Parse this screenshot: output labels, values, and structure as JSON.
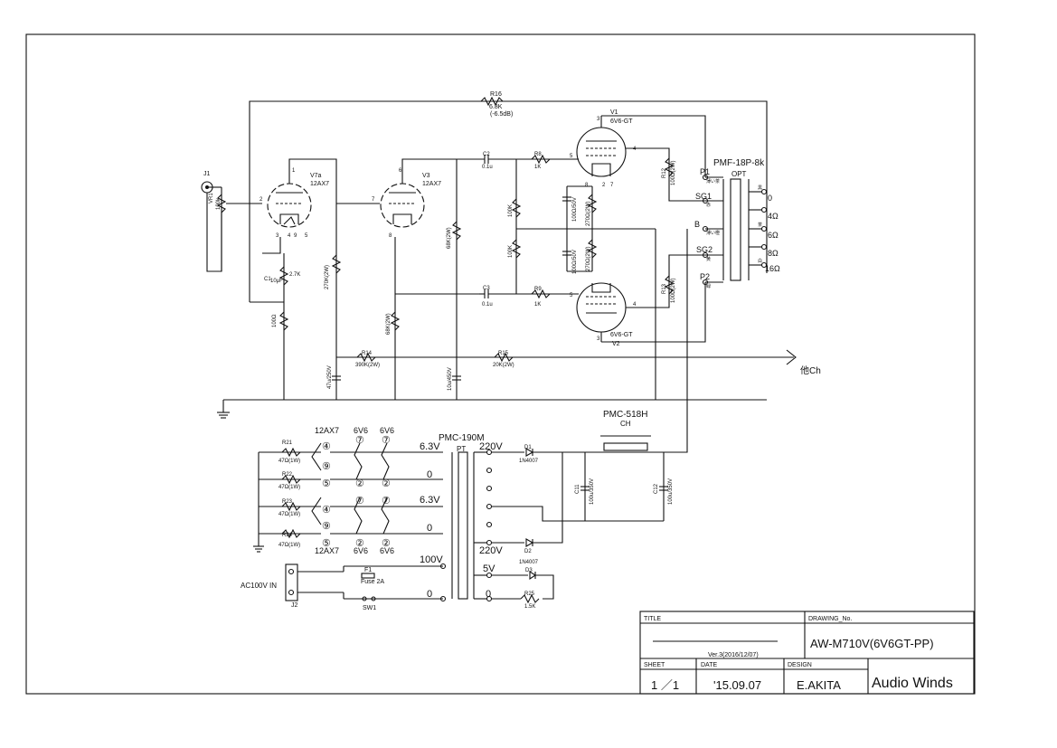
{
  "tubes": {
    "v7a": {
      "ref": "V7a",
      "type": "12AX7"
    },
    "v3": {
      "ref": "V3",
      "type": "12AX7"
    },
    "v1": {
      "ref": "V1",
      "type": "6V6-GT"
    },
    "v2": {
      "ref": "V2",
      "type": "6V6-GT"
    }
  },
  "pins": {
    "p1": "1",
    "p2": "2",
    "p3": "3",
    "p4": "4",
    "p5": "5",
    "p6": "6",
    "p7": "7",
    "p8": "8",
    "p9": "9"
  },
  "components": {
    "j1": "J1",
    "vr1": "VR1",
    "vr1_val": "100k",
    "r16": "R16",
    "r16_val": "6.8K",
    "r16_note": "(-6.5dB)",
    "c2": "C2",
    "c2_val": "0.1u",
    "c3": "C3",
    "c3_val": "0.1u",
    "r8": "R8",
    "r8_val": "1K",
    "r9": "R9",
    "r9_val": "1K",
    "r6_val": "100K",
    "r7_val": "100K",
    "r5_val": "68K(2W)",
    "r4_val": "68K(2W)",
    "r3_val": "270K(2W)",
    "r1_val": "2.7K",
    "r2_val": "100Ω",
    "c1": "C1",
    "c1_val": "10μF",
    "c4_val": "100Ω/50V",
    "c5_val": "100Ω/50V",
    "r10_val": "270Ω(2W)",
    "r11_val": "270Ω(2W)",
    "r12": "R12",
    "r12_val": "100Ω(2W)",
    "r13": "R13",
    "r13_val": "100Ω(2W)",
    "r14": "R14",
    "r14_val": "390K(2W)",
    "r15": "R15",
    "r15_val": "20K(2W)",
    "c6_val": "47u/250V",
    "c7_val": "10u/450V",
    "other_ch": "他Ch"
  },
  "opt": {
    "model": "PMF-18P-8k",
    "label": "OPT",
    "taps": [
      "P1",
      "SG1",
      "B",
      "SG2",
      "P2"
    ],
    "tap_colors": [
      "薄い茶",
      "赤",
      "薄い橙",
      "黄",
      "緑"
    ],
    "secondary": [
      "0",
      "4Ω",
      "6Ω",
      "8Ω",
      "16Ω"
    ],
    "sec_colors": [
      "黒",
      "",
      "茶",
      "",
      "白"
    ]
  },
  "heater": {
    "r21": "R21",
    "r22": "R22",
    "r23": "R23",
    "r24": "R24",
    "rval": "47Ω(1W)",
    "tube1": "12AX7",
    "tube2": "6V6",
    "tube3": "6V6",
    "pin4": "④",
    "pin9": "⑨",
    "pin5": "⑤",
    "pin7": "⑦",
    "pin2": "②",
    "v63": "6.3V",
    "zero": "0"
  },
  "pt": {
    "model": "PMC-190M",
    "label": "PT",
    "v220": "220V",
    "v100": "100V",
    "v5": "5V"
  },
  "power": {
    "ch_model": "PMC-518H",
    "ch_label": "CH",
    "d1": "D1",
    "d2": "D2",
    "d3": "D3",
    "d_val": "1N4007",
    "c11": "C11",
    "c12": "C12",
    "c_val": "100u/350V",
    "r25": "R25",
    "r25_val": "1.5K",
    "f1": "F1",
    "fuse": "Fuse 2A",
    "sw1": "SW1",
    "ac_in": "AC100V IN",
    "j2": "J2"
  },
  "title_block": {
    "title_label": "TITLE",
    "drawing_label": "DRAWING_No.",
    "drawing_no": "AW-M710V(6V6GT-PP)",
    "version": "Ver.3(2016/12/07)",
    "sheet_label": "SHEET",
    "sheet": "1 ／1",
    "date_label": "DATE",
    "date": "'15.09.07",
    "design_label": "DESIGN",
    "designer": "E.AKITA",
    "company": "Audio Winds"
  }
}
